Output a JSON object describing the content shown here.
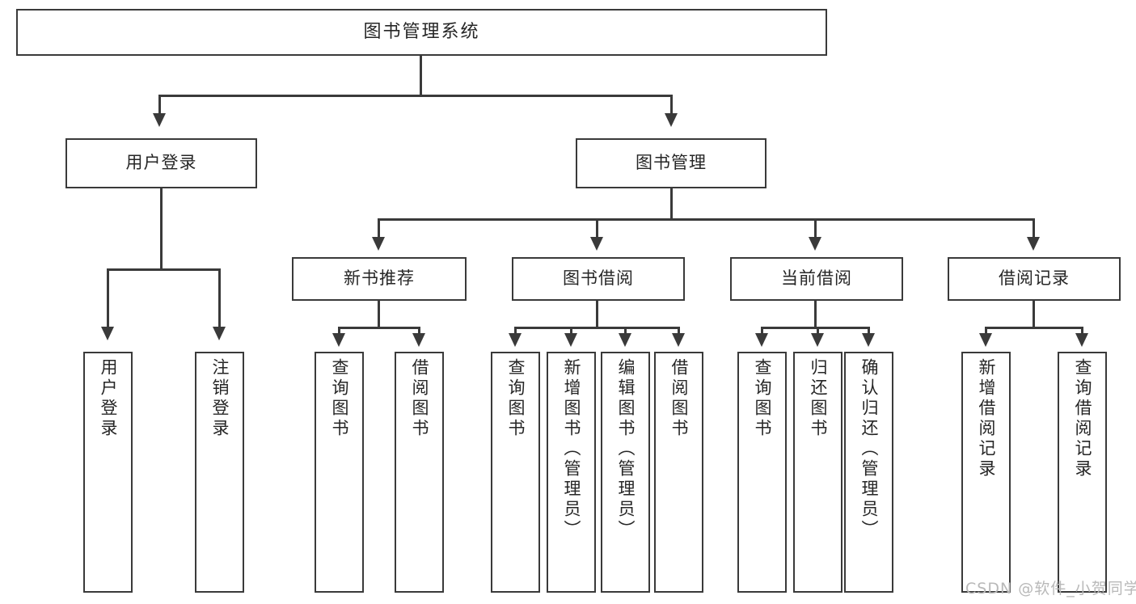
{
  "diagram": {
    "type": "tree",
    "title": "图书管理系统",
    "watermark": "CSDN @软件_小贺同学",
    "colors": {
      "background": "#ffffff",
      "box_border": "#3a3a3a",
      "box_fill": "#ffffff",
      "text": "#262626",
      "connector": "#3a3a3a",
      "watermark": "#b9b9b9"
    },
    "root": {
      "label": "图书管理系统"
    },
    "level2": [
      {
        "label": "用户登录"
      },
      {
        "label": "图书管理"
      }
    ],
    "level3": [
      {
        "label": "新书推荐"
      },
      {
        "label": "图书借阅"
      },
      {
        "label": "当前借阅"
      },
      {
        "label": "借阅记录"
      }
    ],
    "leaves": {
      "user_login": [
        {
          "label": "用户登录"
        },
        {
          "label": "注销登录"
        }
      ],
      "new_book_recommend": [
        {
          "label": "查询图书"
        },
        {
          "label": "借阅图书"
        }
      ],
      "book_borrow": [
        {
          "label": "查询图书"
        },
        {
          "label": "新增图书（管理员）"
        },
        {
          "label": "编辑图书（管理员）"
        },
        {
          "label": "借阅图书"
        }
      ],
      "current_borrow": [
        {
          "label": "查询图书"
        },
        {
          "label": "归还图书"
        },
        {
          "label": "确认归还（管理员）"
        }
      ],
      "borrow_record": [
        {
          "label": "新增借阅记录"
        },
        {
          "label": "查询借阅记录"
        }
      ]
    }
  }
}
